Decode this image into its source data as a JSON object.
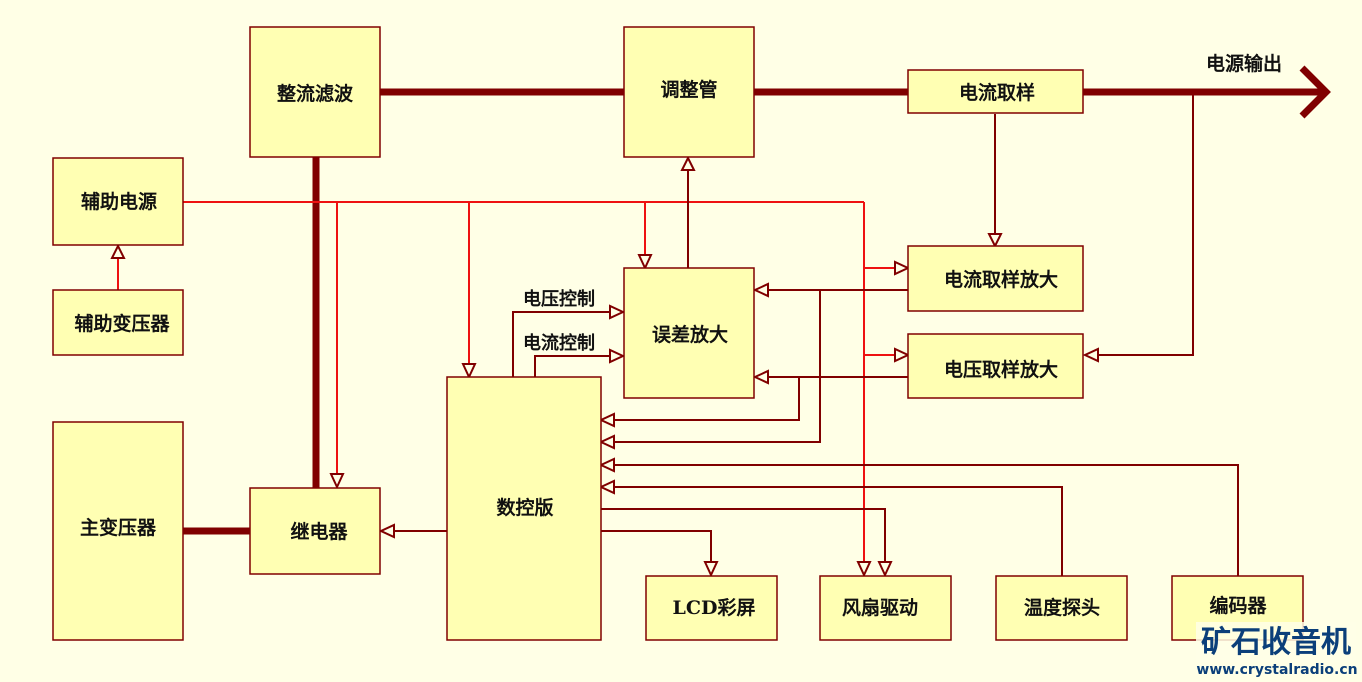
{
  "blocks": {
    "rectifier_filter": "整流滤波",
    "regulator_tube": "调整管",
    "current_sampling": "电流取样",
    "aux_power": "辅助电源",
    "aux_transformer": "辅助变压器",
    "error_amplifier": "误差放大",
    "current_sample_amp": "电流取样放大",
    "voltage_sample_amp": "电压取样放大",
    "main_transformer": "主变压器",
    "relay": "继电器",
    "digital_control_board": "数控版",
    "lcd_screen": "LCD彩屏",
    "fan_driver": "风扇驱动",
    "temperature_probe": "温度探头",
    "encoder": "编码器"
  },
  "labels": {
    "power_output": "电源输出",
    "voltage_control": "电压控制",
    "current_control": "电流控制"
  },
  "watermark": {
    "title": "矿石收音机",
    "url": "www.crystalradio.cn"
  },
  "colors": {
    "background": "#FFFFE6",
    "block_fill": "#FFFFB3",
    "main_line": "#800000",
    "aux_power_line": "#EE1111"
  }
}
